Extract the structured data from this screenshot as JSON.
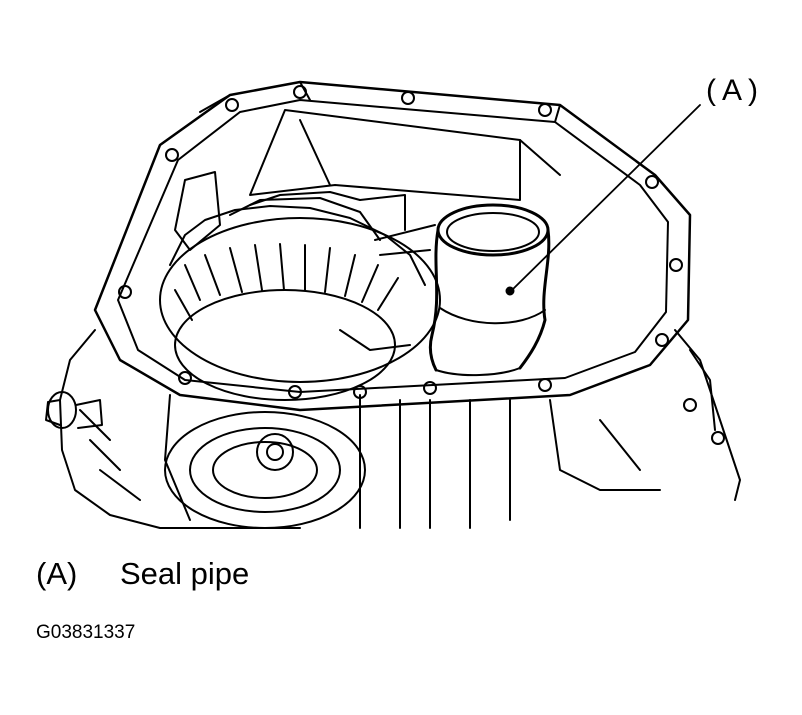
{
  "callout": {
    "letter": "(A)"
  },
  "legend": {
    "key": "(A)",
    "text": "Seal pipe"
  },
  "figure_id": "G03831337",
  "colors": {
    "ink": "#000000",
    "paper": "#ffffff"
  }
}
